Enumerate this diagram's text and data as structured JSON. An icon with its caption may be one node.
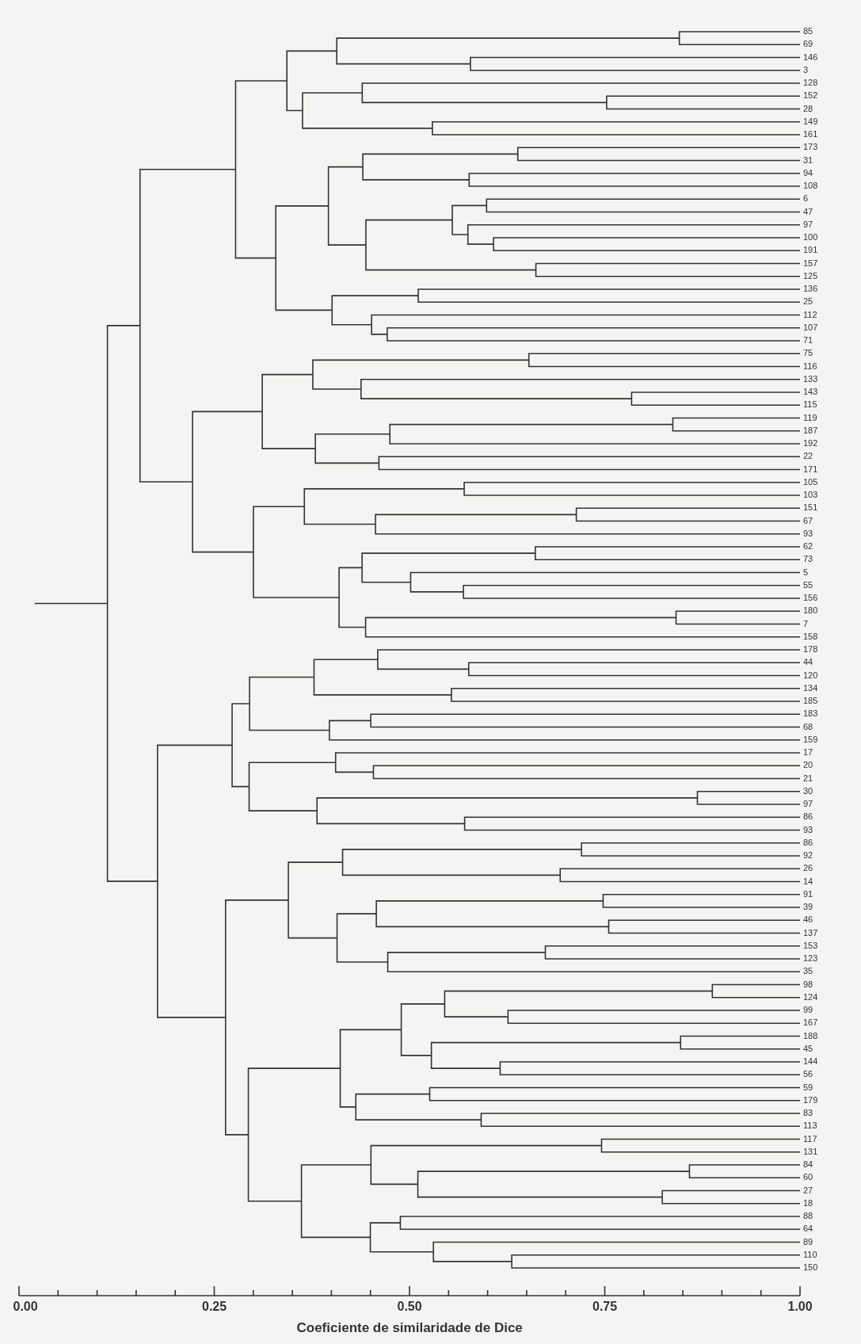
{
  "diagram": {
    "caption": "Coeficiente de similaridade de Dice",
    "labels": [
      "85",
      "69",
      "146",
      "3",
      "128",
      "152",
      "28",
      "149",
      "161",
      "173",
      "31",
      "94",
      "108",
      "6",
      "47",
      "97",
      "100",
      "191",
      "157",
      "125",
      "136",
      "25",
      "112",
      "107",
      "71",
      "75",
      "116",
      "133",
      "143",
      "115",
      "119",
      "187",
      "192",
      "22",
      "171",
      "105",
      "103",
      "151",
      "67",
      "93",
      "62",
      "73",
      "5",
      "55",
      "156",
      "180",
      "7",
      "158",
      "178",
      "44",
      "120",
      "134",
      "185",
      "183",
      "68",
      "159",
      "17",
      "20",
      "21",
      "30",
      "97",
      "86",
      "93",
      "86",
      "92",
      "26",
      "14",
      "91",
      "39",
      "46",
      "137",
      "153",
      "123",
      "35",
      "98",
      "124",
      "99",
      "167",
      "188",
      "45",
      "144",
      "56",
      "59",
      "179",
      "83",
      "113",
      "117",
      "131",
      "84",
      "60",
      "27",
      "18",
      "88",
      "64",
      "89",
      "110",
      "150",
      "0.00",
      "0.25",
      "0.50",
      "0.75",
      "1.00"
    ]
  }
}
